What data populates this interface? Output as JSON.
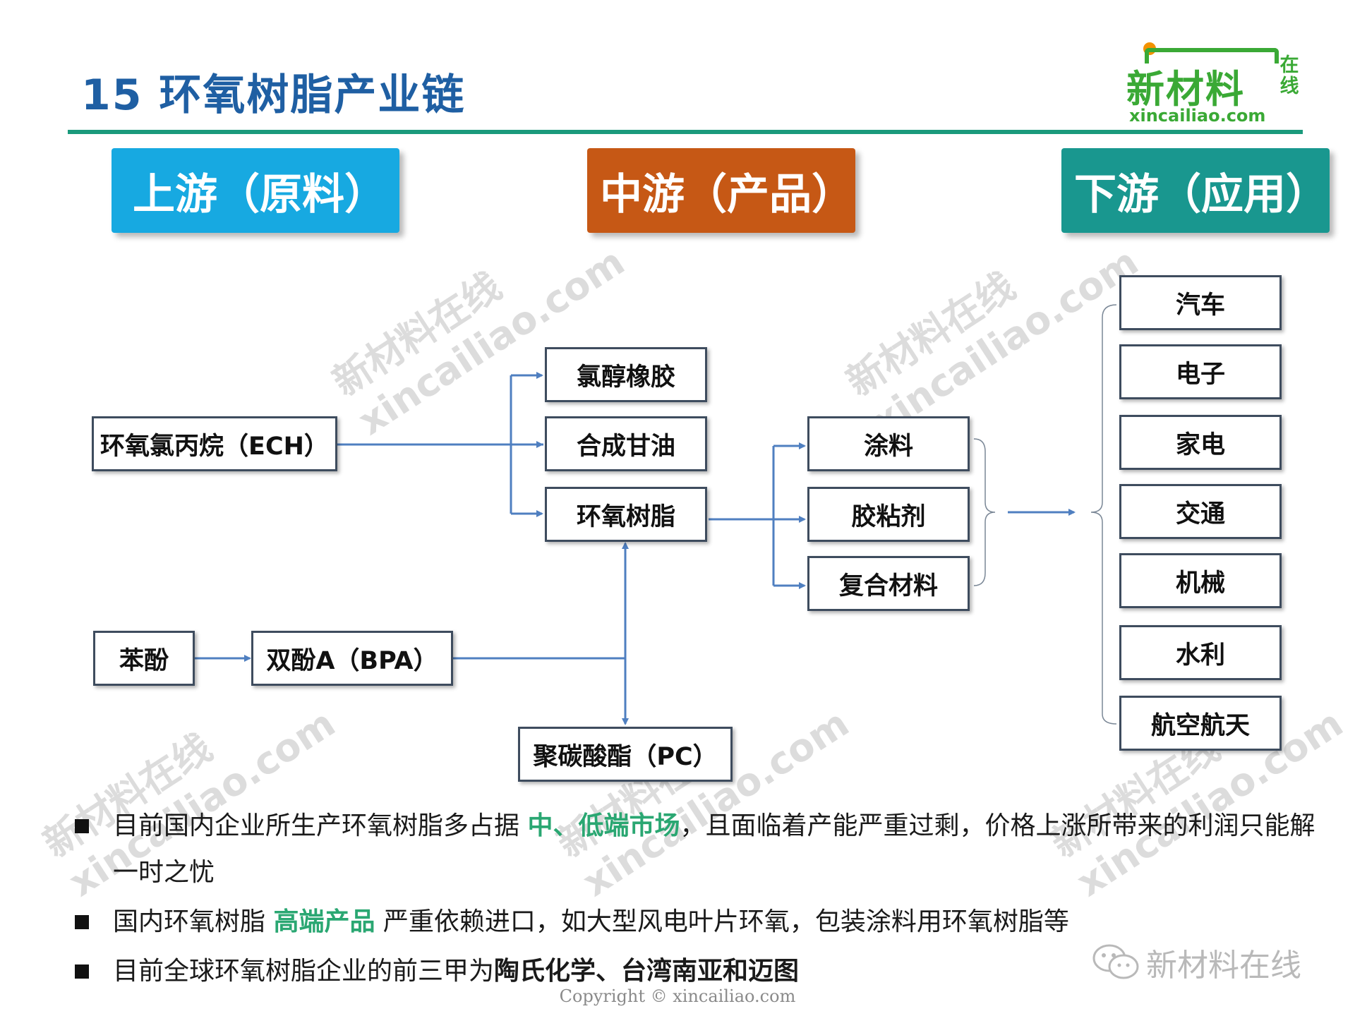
{
  "header": {
    "title": "15 环氧树脂产业链",
    "logo": {
      "main": "新材料",
      "side": "在线",
      "url": "xincailiao.com"
    }
  },
  "stages": {
    "upstream": "上游（原料）",
    "midstream": "中游（产品）",
    "downstream": "下游（应用）"
  },
  "nodes": {
    "ech": "环氧氯丙烷（ECH）",
    "chloroprene_rubber": "氯醇橡胶",
    "synthetic_glycerin": "合成甘油",
    "epoxy_resin": "环氧树脂",
    "phenol": "苯酚",
    "bpa": "双酚A（BPA）",
    "pc": "聚碳酸酯（PC）",
    "coating": "涂料",
    "adhesive": "胶粘剂",
    "composite": "复合材料"
  },
  "applications": [
    "汽车",
    "电子",
    "家电",
    "交通",
    "机械",
    "水利",
    "航空航天"
  ],
  "watermark": {
    "line1": "新材料在线",
    "line2": "xincailiao.com"
  },
  "bullets": [
    {
      "before": "目前国内企业所生产环氧树脂多占据 ",
      "highlight": "中、低端市场",
      "after": "，且面临着产能严重过剩，价格上涨所带来的利润只能解一时之忧"
    },
    {
      "before": "国内环氧树脂 ",
      "highlight": "高端产品",
      "after": " 严重依赖进口，如大型风电叶片环氧，包装涂料用环氧树脂等"
    },
    {
      "before": "目前全球环氧树脂企业的前三甲为",
      "bold": "陶氏化学、台湾南亚和迈图"
    }
  ],
  "footer": {
    "wechat": "新材料在线",
    "copyright": "Copyright © xincailiao.com"
  },
  "colors": {
    "title": "#1f5fa3",
    "rule": "#1a9a7c",
    "upstream": "#17a9e1",
    "midstream": "#c65815",
    "downstream": "#19978f",
    "arrow": "#4f7fc0",
    "highlight": "#2aa772"
  }
}
